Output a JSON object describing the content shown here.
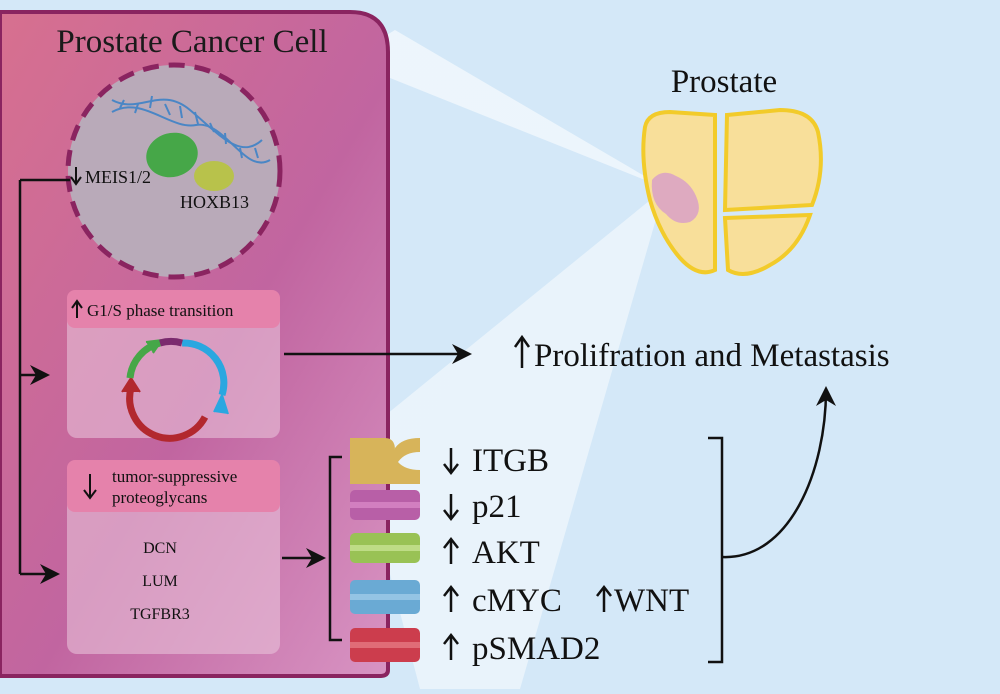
{
  "cell": {
    "title": "Prostate Cancer Cell",
    "nucleus": {
      "meis_label": "MEIS1/2",
      "meis_arrow": "down-arrow",
      "hoxb13_label": "HOXB13"
    },
    "cell_cycle_box": {
      "label": "G1/S phase transition",
      "arrow": "up-arrow"
    },
    "proteoglycan_box": {
      "label_line1": "tumor-suppressive",
      "label_line2": "proteoglycans",
      "arrow": "down-arrow",
      "genes": [
        "DCN",
        "LUM",
        "TGFBR3"
      ]
    }
  },
  "organ": {
    "title": "Prostate"
  },
  "outcome": {
    "label": "Prolifration and Metastasis",
    "arrow": "up-arrow"
  },
  "signaling": [
    {
      "name": "ITGB",
      "direction": "down",
      "color": "#d7b45a"
    },
    {
      "name": "p21",
      "direction": "down",
      "color": "#b85fa7"
    },
    {
      "name": "AKT",
      "direction": "up",
      "color": "#99c255"
    },
    {
      "name": "cMYC",
      "direction": "up",
      "extra": "WNT",
      "extra_direction": "up",
      "color": "#6aaad4"
    },
    {
      "name": "pSMAD2",
      "direction": "up",
      "color": "#cc3d4d"
    }
  ],
  "colors": {
    "background": "#d4e8f8",
    "cell_fill": "#c2669a",
    "cell_border": "#8a2460",
    "box_header": "#e582ab",
    "prostate_fill": "#f8df9a",
    "prostate_stroke": "#f2cb2a",
    "tumor": "#deaac0"
  }
}
